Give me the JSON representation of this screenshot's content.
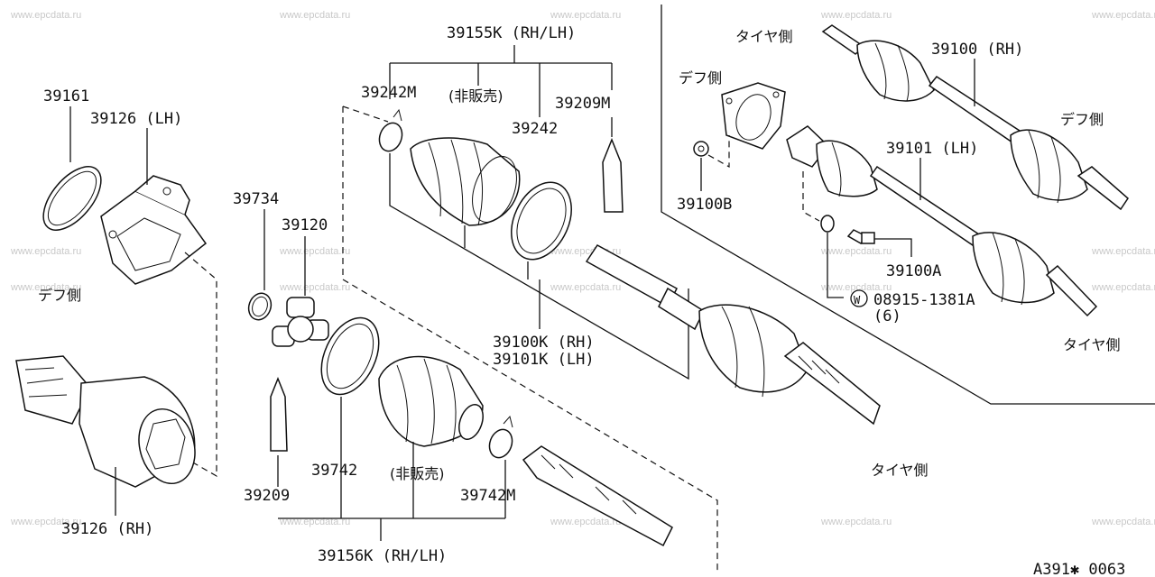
{
  "watermark": "www.epcdata.ru",
  "page_code": "A391✱ 0063",
  "side_labels": {
    "diff_side": "デフ側",
    "tire_side": "タイヤ側",
    "not_sold": "(非販売)"
  },
  "parts": {
    "p39155K": "39155K (RH/LH)",
    "p39161": "39161",
    "p39126LH": "39126 (LH)",
    "p39242M": "39242M",
    "p39209M": "39209M",
    "p39242": "39242",
    "p39734": "39734",
    "p39120": "39120",
    "p39100K": "39100K (RH)",
    "p39101K": "39101K (LH)",
    "p39742": "39742",
    "p39209": "39209",
    "p39742M": "39742M",
    "p39126RH": "39126 (RH)",
    "p39156K": "39156K (RH/LH)",
    "p39100RH": "39100 (RH)",
    "p39101LH": "39101 (LH)",
    "p39100B": "39100B",
    "p39100A": "39100A",
    "bolt_marker": "W",
    "p08915": "08915-1381A",
    "qty6": "(6)"
  }
}
